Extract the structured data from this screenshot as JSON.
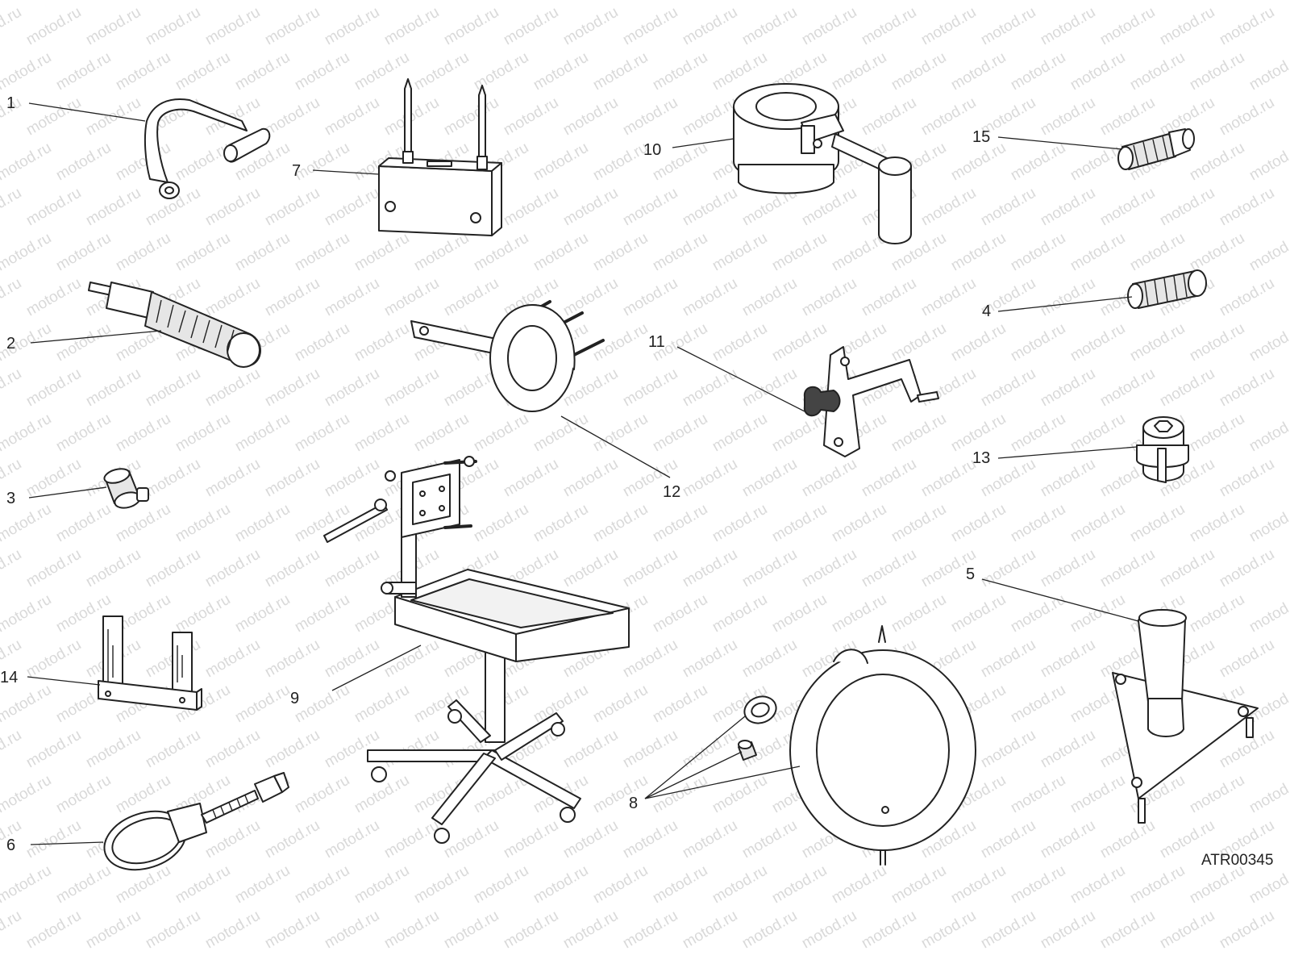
{
  "diagram": {
    "code": "ATR00345",
    "watermark": "motod.ru",
    "callouts": [
      {
        "id": "c1",
        "text": "1"
      },
      {
        "id": "c2",
        "text": "2"
      },
      {
        "id": "c3",
        "text": "3"
      },
      {
        "id": "c4",
        "text": "4"
      },
      {
        "id": "c5",
        "text": "5"
      },
      {
        "id": "c6",
        "text": "6"
      },
      {
        "id": "c7",
        "text": "7"
      },
      {
        "id": "c8",
        "text": "8"
      },
      {
        "id": "c9",
        "text": "9"
      },
      {
        "id": "c10",
        "text": "10"
      },
      {
        "id": "c11",
        "text": "11"
      },
      {
        "id": "c12",
        "text": "12"
      },
      {
        "id": "c13",
        "text": "13"
      },
      {
        "id": "c14",
        "text": "14"
      },
      {
        "id": "c15",
        "text": "15"
      }
    ]
  }
}
